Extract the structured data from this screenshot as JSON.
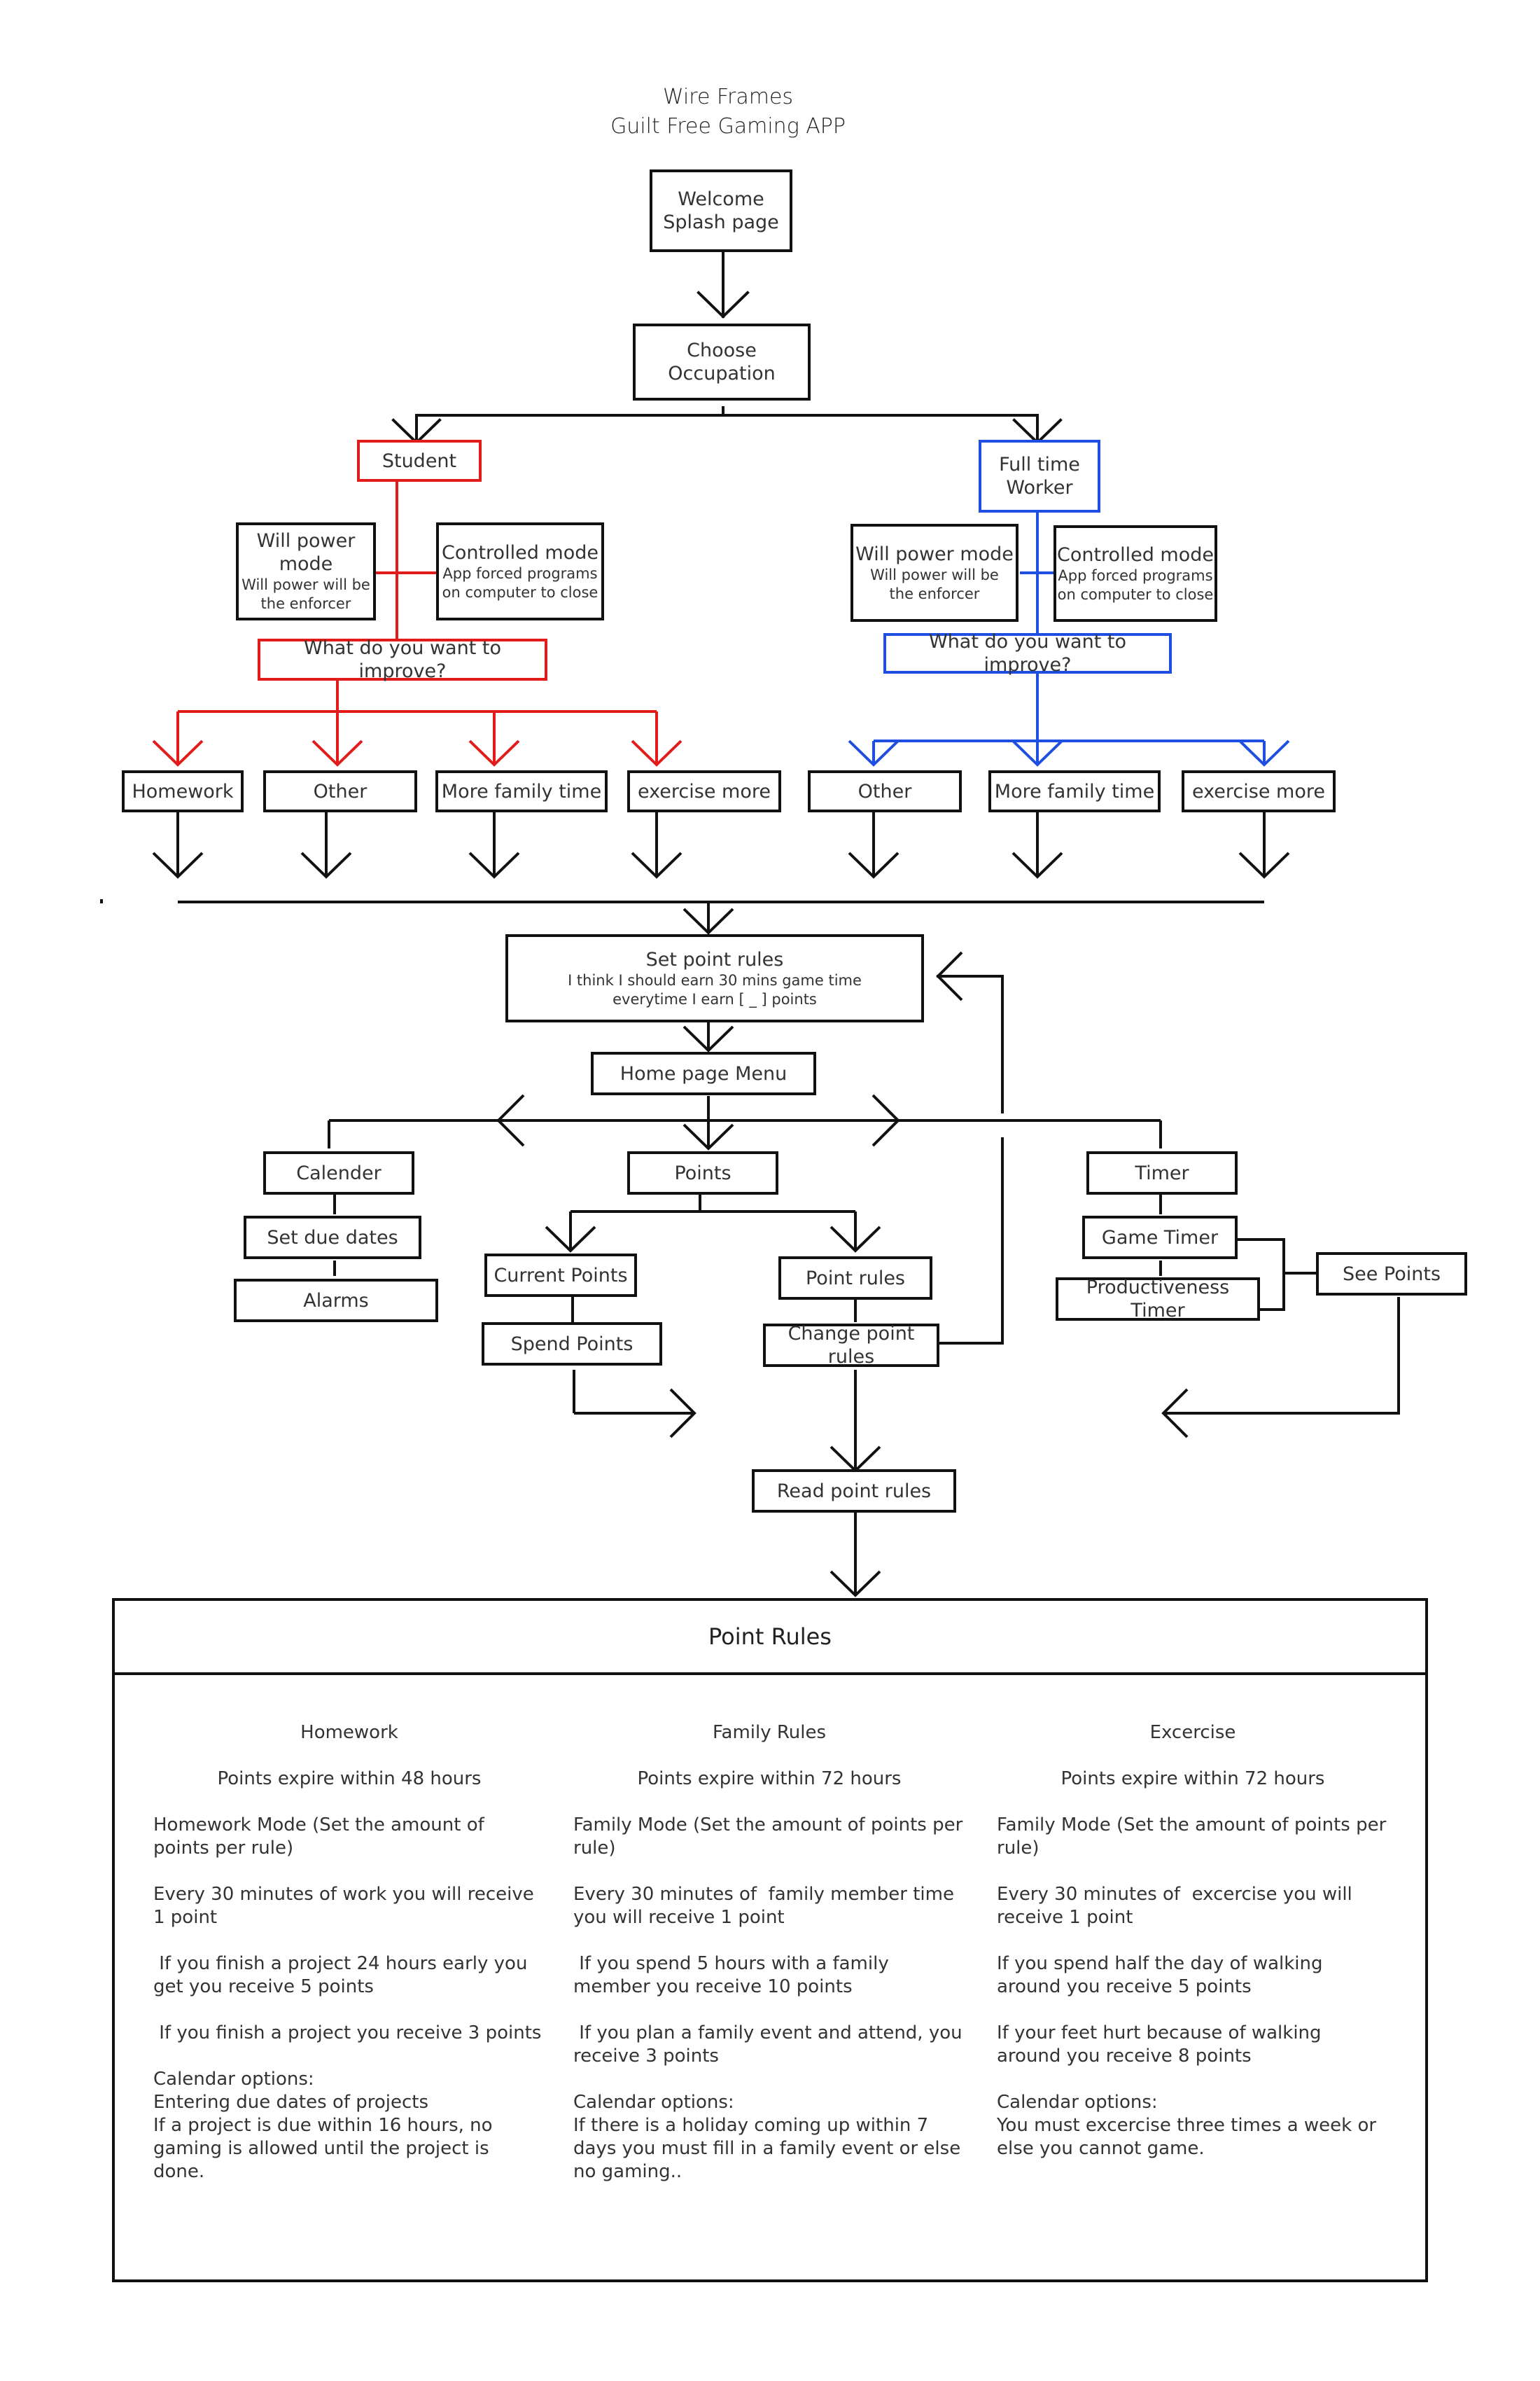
{
  "title": {
    "line1": "Wire Frames",
    "line2": "Guilt Free Gaming APP"
  },
  "nodes": {
    "welcome": "Welcome\nSplash page",
    "occupation": "Choose\nOccupation",
    "student": "Student",
    "worker": "Full time\nWorker",
    "s_willpower": {
      "title": "Will power mode",
      "desc": "Will power will be\nthe enforcer"
    },
    "s_controlled": {
      "title": "Controlled mode",
      "desc": "App forced programs\non computer to close"
    },
    "w_willpower": {
      "title": "Will power mode",
      "desc": "Will power will be\nthe enforcer"
    },
    "w_controlled": {
      "title": "Controlled mode",
      "desc": "App forced programs\non computer to close"
    },
    "s_improve": "What do you want to improve?",
    "w_improve": "What do you want to improve?",
    "s_opts": [
      "Homework",
      "Other",
      "More family time",
      "exercise more"
    ],
    "w_opts": [
      "Other",
      "More family time",
      "exercise more"
    ],
    "set_rules": {
      "title": "Set point rules",
      "desc": "I think I should earn 30 mins game time\neverytime I earn [ _ ] points"
    },
    "home_menu": "Home page Menu",
    "calender": "Calender",
    "set_due": "Set due dates",
    "alarms": "Alarms",
    "points": "Points",
    "current_points": "Current Points",
    "spend_points": "Spend Points",
    "point_rules": "Point rules",
    "change_rules": "Change point rules",
    "timer": "Timer",
    "game_timer": "Game Timer",
    "prod_timer": "Productiveness Timer",
    "see_points": "See Points",
    "read_rules": "Read point rules"
  },
  "rules": {
    "heading": "Point Rules",
    "columns": [
      {
        "name": "Homework",
        "expire": "Points expire within 48 hours",
        "paras": [
          "Homework Mode (Set the amount of points per rule)",
          "Every 30 minutes of work you will receive 1 point",
          " If you finish a project 24 hours early you get you receive 5 points",
          " If you finish a project you receive 3 points",
          "Calendar options:\nEntering due dates of projects\nIf a project is due within 16 hours, no gaming is allowed until the project is done."
        ]
      },
      {
        "name": "Family Rules",
        "expire": "Points expire within 72 hours",
        "paras": [
          "Family Mode (Set the amount of points per rule)",
          "Every 30 minutes of  family member time you will receive 1 point",
          " If you spend 5 hours with a family member you receive 10 points",
          " If you plan a family event and attend, you receive 3 points",
          "Calendar options:\nIf there is a holiday coming up within 7 days you must fill in a family event or else no gaming.."
        ]
      },
      {
        "name": "Excercise",
        "expire": "Points expire within 72 hours",
        "paras": [
          "Family Mode (Set the amount of points per rule)",
          "Every 30 minutes of  excercise you will receive 1 point",
          "If you spend half the day of walking around you receive 5 points",
          "If your feet hurt because of walking around you receive 8 points",
          "Calendar options:\nYou must excercise three times a week or else you cannot game."
        ]
      }
    ]
  },
  "colors": {
    "line": "#111111",
    "student": "#e21b1b",
    "worker": "#1e4fe0"
  }
}
